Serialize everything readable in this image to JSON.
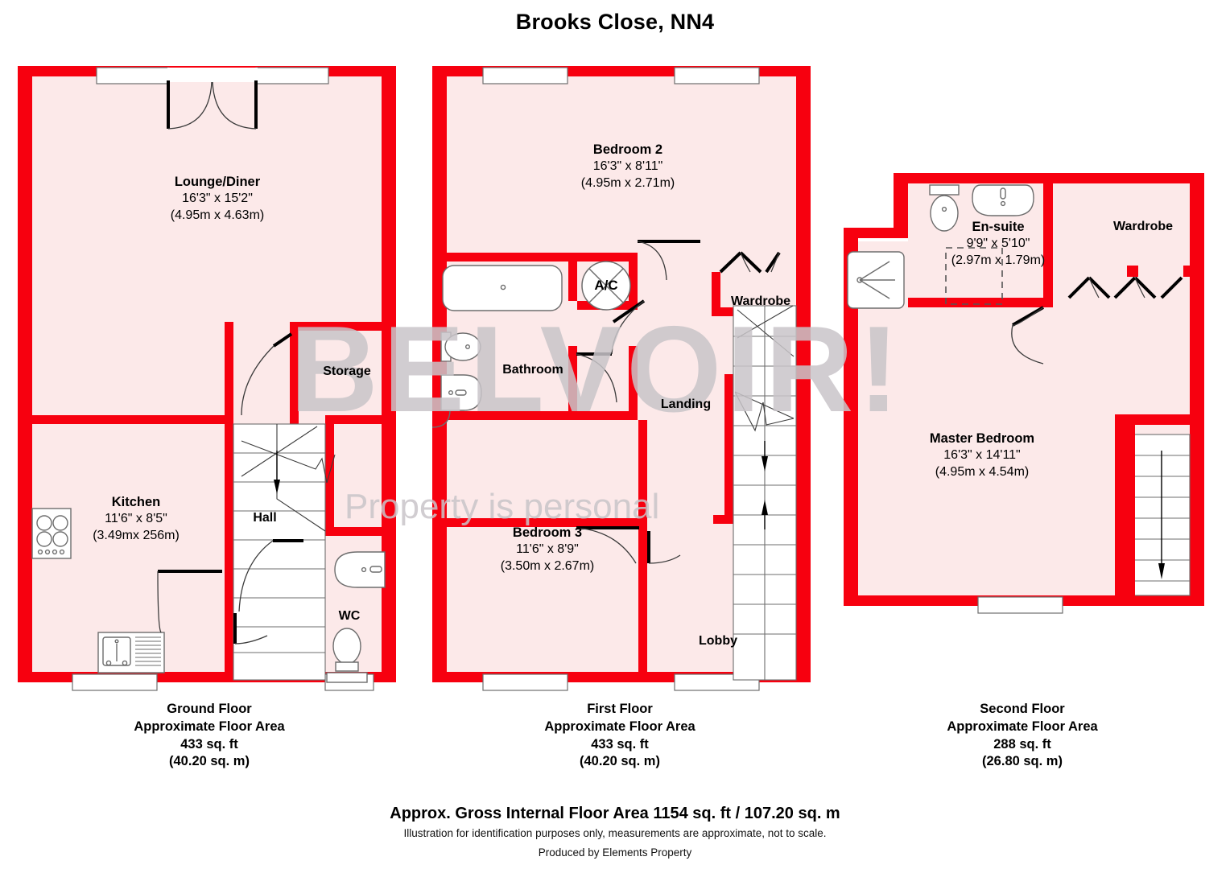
{
  "title": "Brooks Close, NN4",
  "colors": {
    "wall": "#f7000f",
    "floor_fill": "#fce9e9",
    "fixture_stroke": "#555555",
    "watermark": "#c9c5c9",
    "text": "#000000"
  },
  "watermark": {
    "brand": "BELVOIR!",
    "tagline": "Property is personal"
  },
  "floors": [
    {
      "id": "ground",
      "footer": {
        "name": "Ground Floor",
        "area_label": "Approximate Floor Area",
        "sqft": "433 sq. ft",
        "sqm": "(40.20 sq. m)"
      },
      "rooms": [
        {
          "name": "Lounge/Diner",
          "dim_ft": "16'3\" x 15'2\"",
          "dim_m": "(4.95m x 4.63m)"
        },
        {
          "name": "Kitchen",
          "dim_ft": "11'6\" x 8'5\"",
          "dim_m": "(3.49mx 256m)"
        },
        {
          "name": "Hall",
          "dim_ft": "",
          "dim_m": ""
        },
        {
          "name": "Storage",
          "dim_ft": "",
          "dim_m": ""
        },
        {
          "name": "WC",
          "dim_ft": "",
          "dim_m": ""
        }
      ]
    },
    {
      "id": "first",
      "footer": {
        "name": "First Floor",
        "area_label": "Approximate Floor Area",
        "sqft": "433 sq. ft",
        "sqm": "(40.20 sq. m)"
      },
      "rooms": [
        {
          "name": "Bedroom 2",
          "dim_ft": "16'3\" x 8'11\"",
          "dim_m": "(4.95m x 2.71m)"
        },
        {
          "name": "Bedroom 3",
          "dim_ft": "11'6\" x 8'9\"",
          "dim_m": "(3.50m x 2.67m)"
        },
        {
          "name": "Bathroom",
          "dim_ft": "",
          "dim_m": ""
        },
        {
          "name": "A/C",
          "dim_ft": "",
          "dim_m": ""
        },
        {
          "name": "Wardrobe",
          "dim_ft": "",
          "dim_m": ""
        },
        {
          "name": "Landing",
          "dim_ft": "",
          "dim_m": ""
        },
        {
          "name": "Lobby",
          "dim_ft": "",
          "dim_m": ""
        }
      ]
    },
    {
      "id": "second",
      "footer": {
        "name": "Second Floor",
        "area_label": "Approximate Floor Area",
        "sqft": "288 sq. ft",
        "sqm": "(26.80 sq. m)"
      },
      "rooms": [
        {
          "name": "En-suite",
          "dim_ft": "9'9\" x 5'10\"",
          "dim_m": "(2.97m x 1.79m)"
        },
        {
          "name": "Wardrobe",
          "dim_ft": "",
          "dim_m": ""
        },
        {
          "name": "Master Bedroom",
          "dim_ft": "16'3\" x 14'11\"",
          "dim_m": "(4.95m x 4.54m)"
        }
      ]
    }
  ],
  "summary": {
    "gross": "Approx. Gross Internal Floor Area 1154 sq. ft / 107.20 sq. m",
    "disclaimer": "Illustration for identification purposes only, measurements are approximate, not to scale.",
    "producer": "Produced by Elements Property"
  }
}
